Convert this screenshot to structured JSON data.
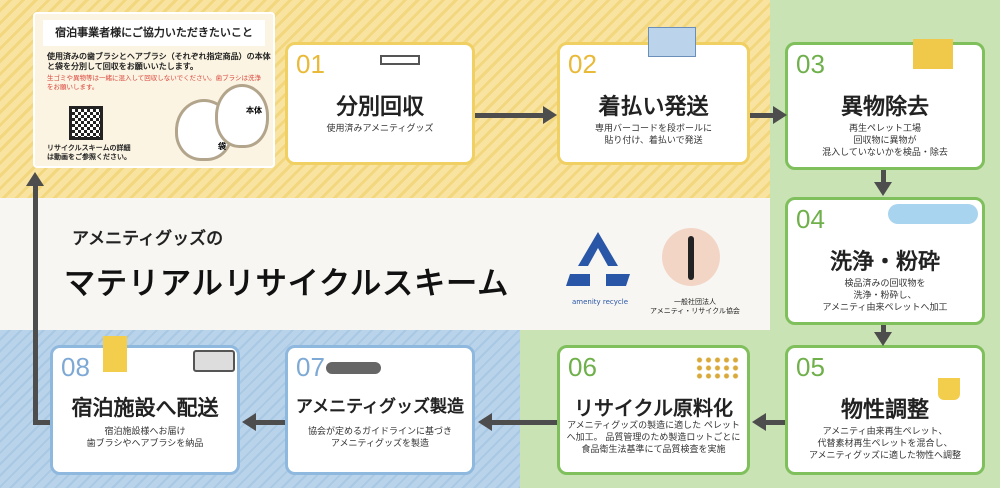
{
  "notice": {
    "heading": "宿泊事業者様にご協力いただきたいこと",
    "body": "使用済みの歯ブラシとヘアブラシ（それぞれ指定商品）の本体と袋を分別して回収をお願いいたします。",
    "red_note": "生ゴミや異物等は一緒に混入して回収しないでください。歯ブラシは洗浄をお願いします。",
    "qr_note": "リサイクルスキームの詳細は動画をご参照ください。",
    "bag_body_label": "本体",
    "bag_bag_label": "袋"
  },
  "title": {
    "sub": "アメニティグッズの",
    "main": "マテリアルリサイクルスキーム"
  },
  "logos": {
    "recycle_text": "amenity recycle",
    "association": "一般社団法人\nアメニティ・リサイクル協会"
  },
  "steps": [
    {
      "num": "01",
      "title": "分別回収",
      "desc": "使用済みアメニティグッズ"
    },
    {
      "num": "02",
      "title": "着払い発送",
      "desc": "専用バーコードを段ボールに\n貼り付け、着払いで発送"
    },
    {
      "num": "03",
      "title": "異物除去",
      "desc": "再生ペレット工場\n回収物に異物が\n混入していないかを検品・除去"
    },
    {
      "num": "04",
      "title": "洗浄・粉砕",
      "desc": "検品済みの回収物を\n洗浄・粉砕し、\nアメニティ由来ペレットへ加工"
    },
    {
      "num": "05",
      "title": "物性調整",
      "desc": "アメニティ由来再生ペレット、\n代替素材再生ペレットを混合し、\nアメニティグッズに適した物性へ調整"
    },
    {
      "num": "06",
      "title": "リサイクル原料化",
      "desc": "アメニティグッズの製造に適した\nペレットへ加工。\n品質管理のため製造ロットごとに\n食品衛生法基準にて品質検査を実施"
    },
    {
      "num": "07",
      "title": "アメニティグッズ製造",
      "desc": "協会が定めるガイドラインに基づき\nアメニティグッズを製造"
    },
    {
      "num": "08",
      "title": "宿泊施設へ配送",
      "desc": "宿泊施設様へお届け\n歯ブラシやヘアブラシを納品"
    }
  ],
  "colors": {
    "yellow": "#f0cf63",
    "green": "#7fbf5c",
    "blue": "#8fb8de",
    "arrow": "#4d4d4d"
  }
}
